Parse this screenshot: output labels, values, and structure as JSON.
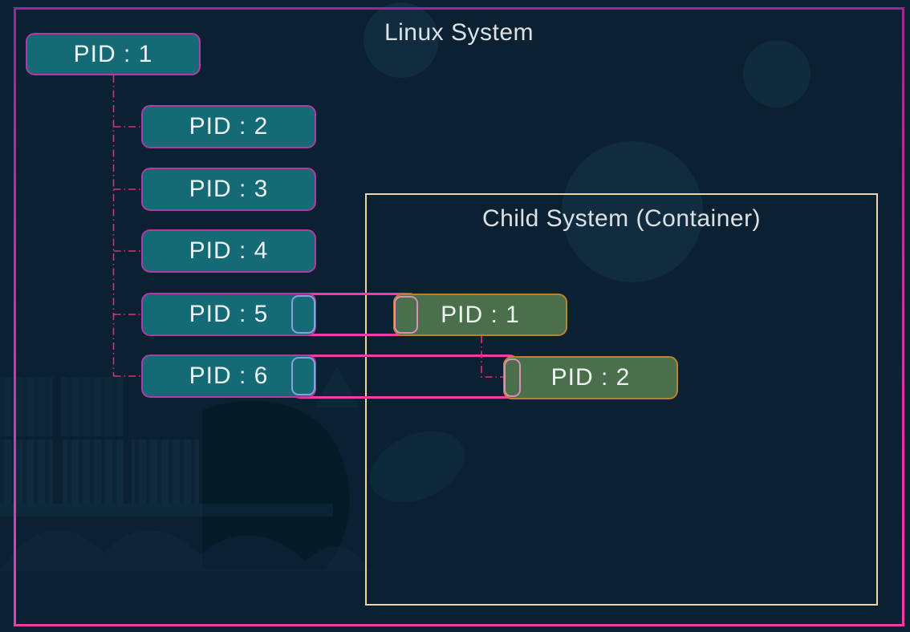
{
  "diagram": {
    "linux_system_label": "Linux System",
    "child_system_label": "Child System (Container)"
  },
  "host_pids": [
    "PID : 1",
    "PID : 2",
    "PID : 3",
    "PID : 4",
    "PID : 5",
    "PID : 6"
  ],
  "container_pids": [
    "PID : 1",
    "PID : 2"
  ],
  "pid_mappings": [
    {
      "host": "PID : 5",
      "container": "PID : 1"
    },
    {
      "host": "PID : 6",
      "container": "PID : 2"
    }
  ],
  "colors": {
    "background": "#0b2030",
    "outer_border": "#c22fa8",
    "child_system_border": "#f3d3a2",
    "host_box_fill": "#146b76",
    "host_box_border": "#b23aa0",
    "container_box_fill": "#4b6e4b",
    "container_box_border": "#bd8132",
    "host_port_border": "#8ba0d9",
    "container_port_border": "#df8cba",
    "mapping_tube": "#f43bab",
    "dashed_connector": "#e62a80",
    "title_text": "#dce1e6"
  }
}
